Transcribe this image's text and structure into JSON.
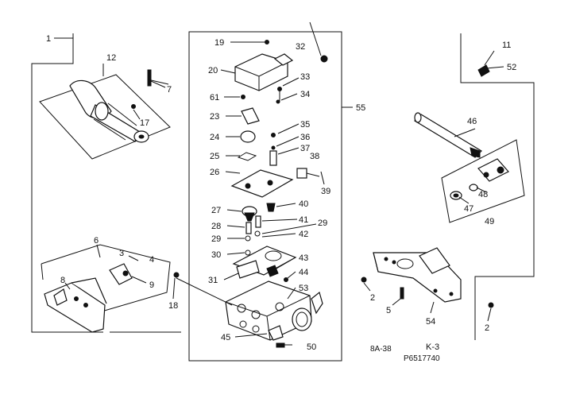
{
  "labels": {
    "l1": "1",
    "l12": "12",
    "l7": "7",
    "l17": "17",
    "l6": "6",
    "l3": "3",
    "l4": "4",
    "l8": "8",
    "l9": "9",
    "l18": "18",
    "l19": "19",
    "l32": "32",
    "l20": "20",
    "l33": "33",
    "l61": "61",
    "l34": "34",
    "l23": "23",
    "l35": "35",
    "l24": "24",
    "l36": "36",
    "l37": "37",
    "l25": "25",
    "l38": "38",
    "l26": "26",
    "l39": "39",
    "l27": "27",
    "l40": "40",
    "l28": "28",
    "l41": "41",
    "l29a": "29",
    "l29b": "29",
    "l42": "42",
    "l30": "30",
    "l43": "43",
    "l31": "31",
    "l44": "44",
    "l53": "53",
    "l45": "45",
    "l50": "50",
    "l55": "55",
    "l11": "11",
    "l52": "52",
    "l46": "46",
    "l48": "48",
    "l47": "47",
    "l49": "49",
    "l2a": "2",
    "l5": "5",
    "l54": "54",
    "l2b": "2"
  },
  "footer": {
    "code_left": "8A-38",
    "code_right": "K-3",
    "part_number": "P6517740"
  }
}
